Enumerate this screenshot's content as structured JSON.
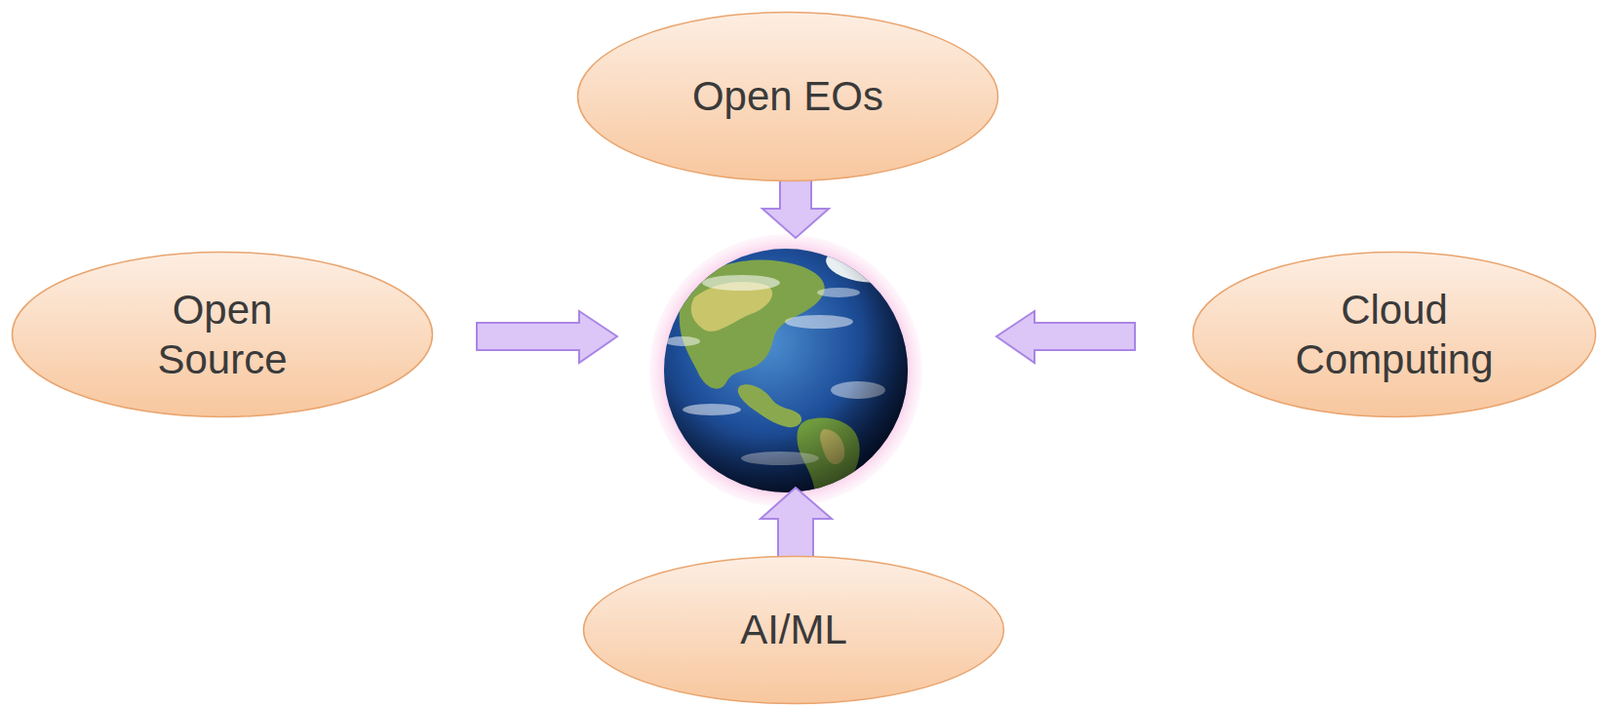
{
  "diagram": {
    "nodes": [
      {
        "text": [
          "Open EOs"
        ]
      },
      {
        "text": [
          "Open Source"
        ]
      },
      {
        "text": [
          "Cloud Computing"
        ]
      },
      {
        "text": [
          "AI/ML"
        ]
      }
    ]
  }
}
